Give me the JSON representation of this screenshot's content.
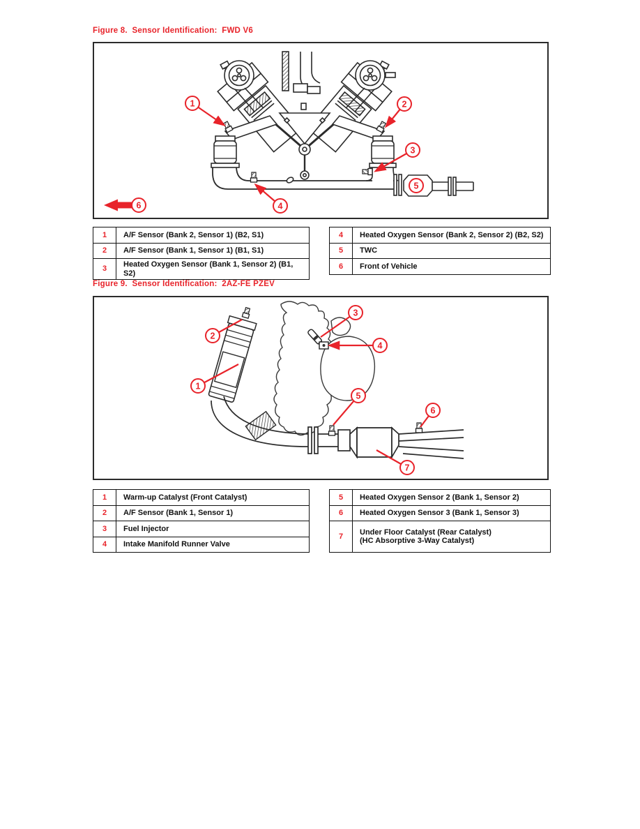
{
  "colors": {
    "accent_red": "#e8232a",
    "line_black": "#2b2b2b",
    "text_black": "#111111",
    "page_background": "#ffffff"
  },
  "figure8": {
    "title": "Figure 8.  Sensor Identification:  FWD V6",
    "callouts": [
      "1",
      "2",
      "3",
      "4",
      "5",
      "6"
    ],
    "table_left": [
      {
        "num": "1",
        "desc": "A/F Sensor (Bank 2, Sensor 1) (B2, S1)"
      },
      {
        "num": "2",
        "desc": "A/F Sensor (Bank 1, Sensor 1) (B1, S1)"
      },
      {
        "num": "3",
        "desc": "Heated Oxygen Sensor (Bank 1, Sensor 2) (B1, S2)"
      }
    ],
    "table_right": [
      {
        "num": "4",
        "desc": "Heated Oxygen Sensor (Bank 2, Sensor 2) (B2, S2)"
      },
      {
        "num": "5",
        "desc": "TWC"
      },
      {
        "num": "6",
        "desc": "Front of Vehicle"
      }
    ]
  },
  "figure9": {
    "title": "Figure 9.  Sensor Identification:  2AZ-FE PZEV",
    "callouts": [
      "1",
      "2",
      "3",
      "4",
      "5",
      "6",
      "7"
    ],
    "table_left": [
      {
        "num": "1",
        "desc": "Warm-up Catalyst (Front Catalyst)"
      },
      {
        "num": "2",
        "desc": "A/F Sensor (Bank 1, Sensor 1)"
      },
      {
        "num": "3",
        "desc": "Fuel Injector"
      },
      {
        "num": "4",
        "desc": "Intake Manifold Runner Valve"
      }
    ],
    "table_right": [
      {
        "num": "5",
        "desc": "Heated Oxygen Sensor 2 (Bank 1, Sensor 2)"
      },
      {
        "num": "6",
        "desc": "Heated Oxygen Sensor 3 (Bank 1, Sensor 3)"
      },
      {
        "num": "7",
        "line1": "Under Floor Catalyst (Rear Catalyst)",
        "line2": "(HC Absorptive 3-Way Catalyst)"
      }
    ]
  }
}
